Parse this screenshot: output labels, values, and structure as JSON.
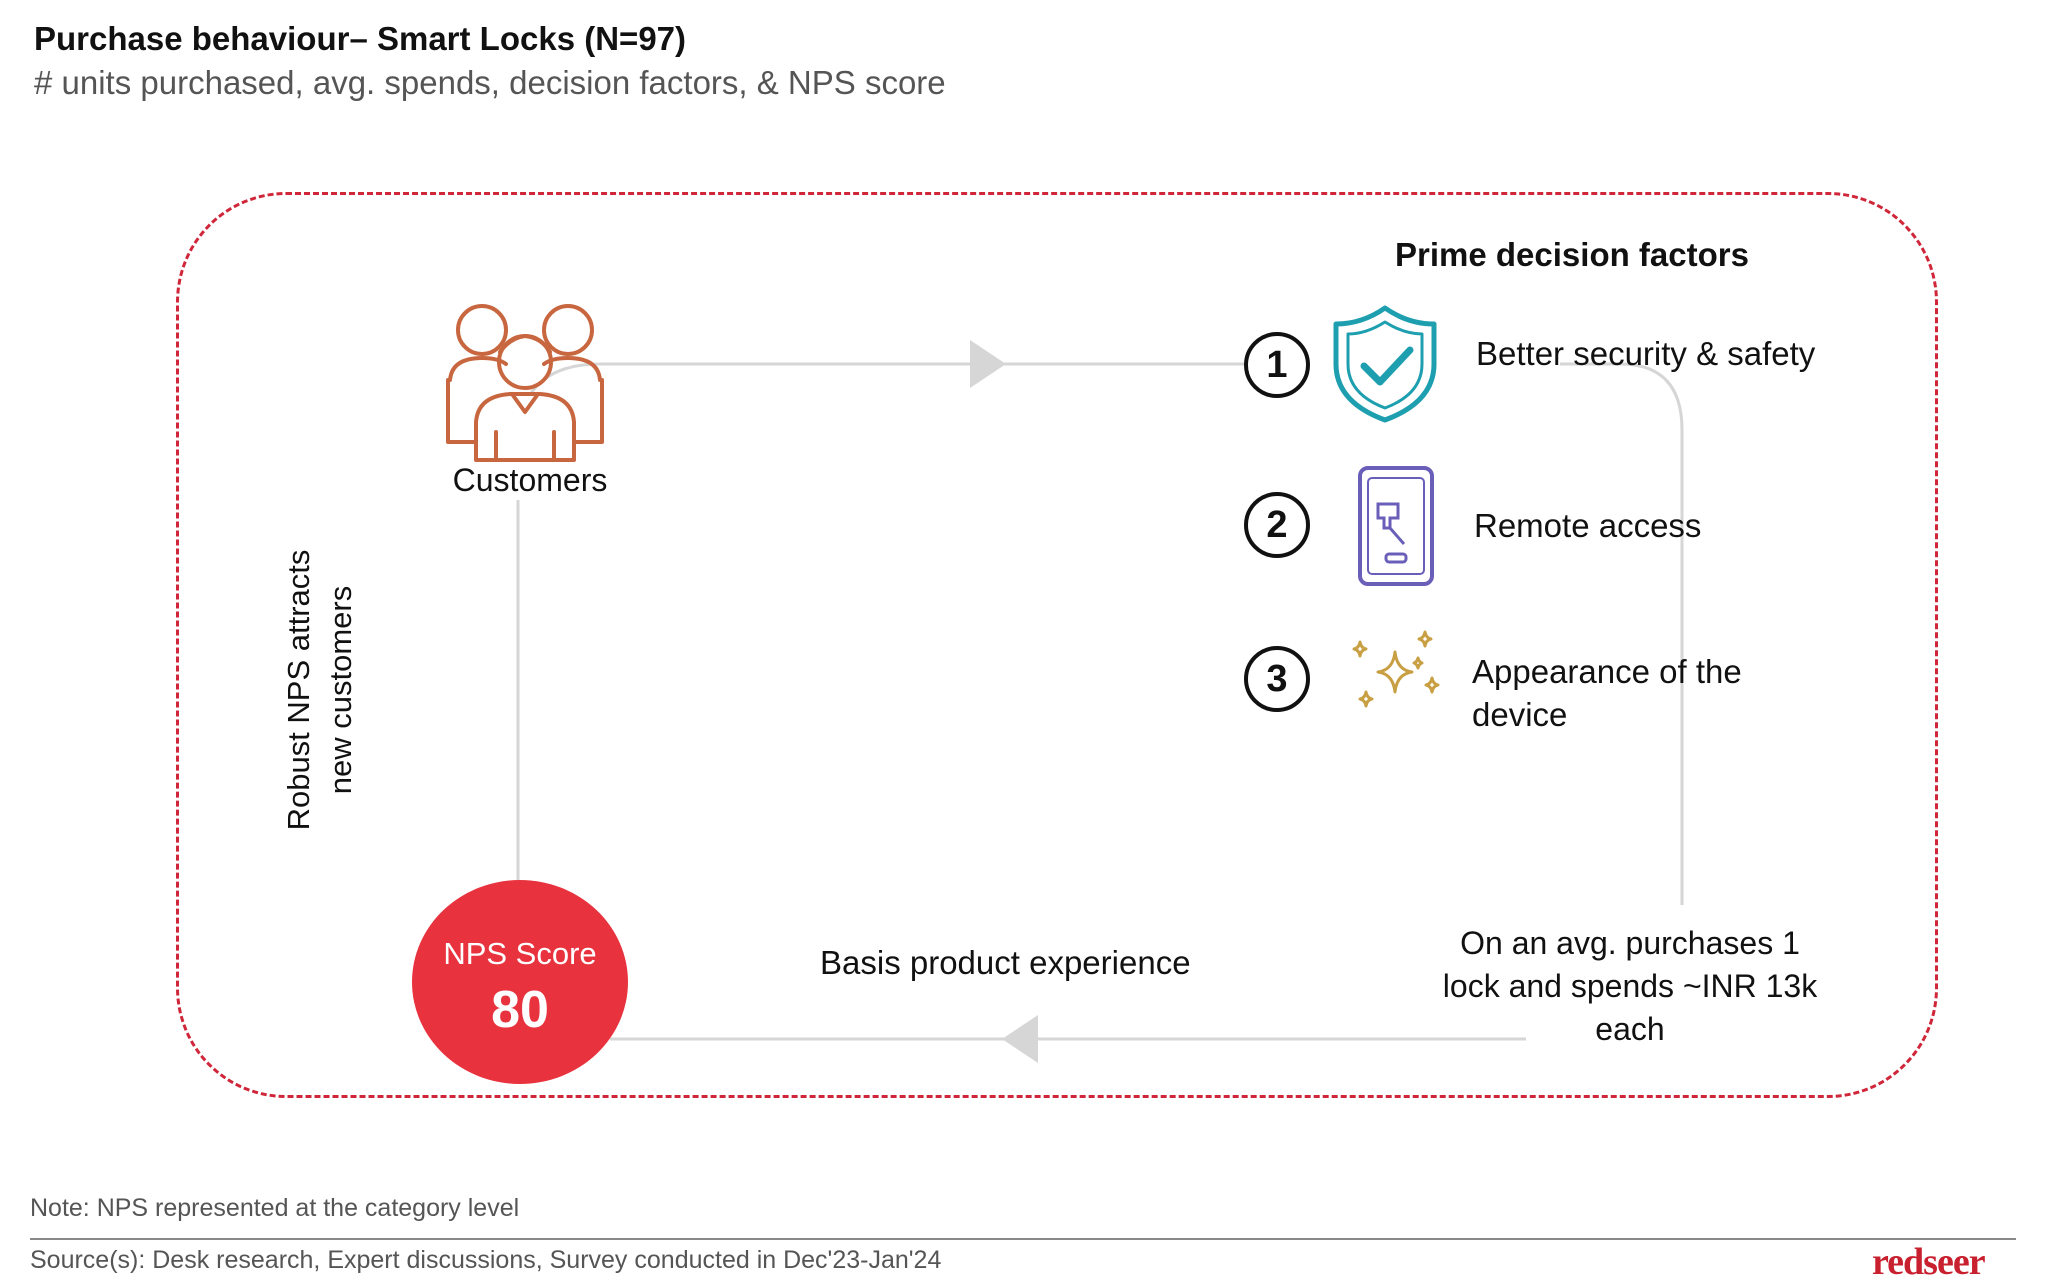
{
  "header": {
    "title": "Purchase behaviour– Smart Locks (N=97)",
    "subtitle": "# units purchased, avg. spends, decision factors, & NPS score"
  },
  "cycle": {
    "customers_label": "Customers",
    "side_label_line1": "Robust NPS attracts",
    "side_label_line2": "new customers",
    "nps_label": "NPS Score",
    "nps_value": "80",
    "bottom_caption": "Basis product experience",
    "right_caption": "On an avg. purchases 1 lock and spends ~INR 13k each"
  },
  "decision_factors": {
    "heading": "Prime decision factors",
    "items": [
      {
        "number": "1",
        "label": "Better security & safety",
        "icon": "shield-check-icon"
      },
      {
        "number": "2",
        "label": "Remote access",
        "icon": "smartphone-icon"
      },
      {
        "number": "3",
        "label": "Appearance of the device",
        "icon": "sparkles-icon"
      }
    ]
  },
  "footer": {
    "note": "Note: NPS represented at the category level",
    "source": "Source(s): Desk research, Expert discussions, Survey conducted in Dec'23-Jan'24",
    "logo": "redseer"
  },
  "colors": {
    "accent_red": "#d0263a",
    "nps_fill": "#e8333e",
    "customers_icon": "#c8673f",
    "shield_icon": "#1e9fb0",
    "phone_icon": "#6a5fb8",
    "sparkle_icon": "#c8a043",
    "connector": "#d6d6d6"
  }
}
